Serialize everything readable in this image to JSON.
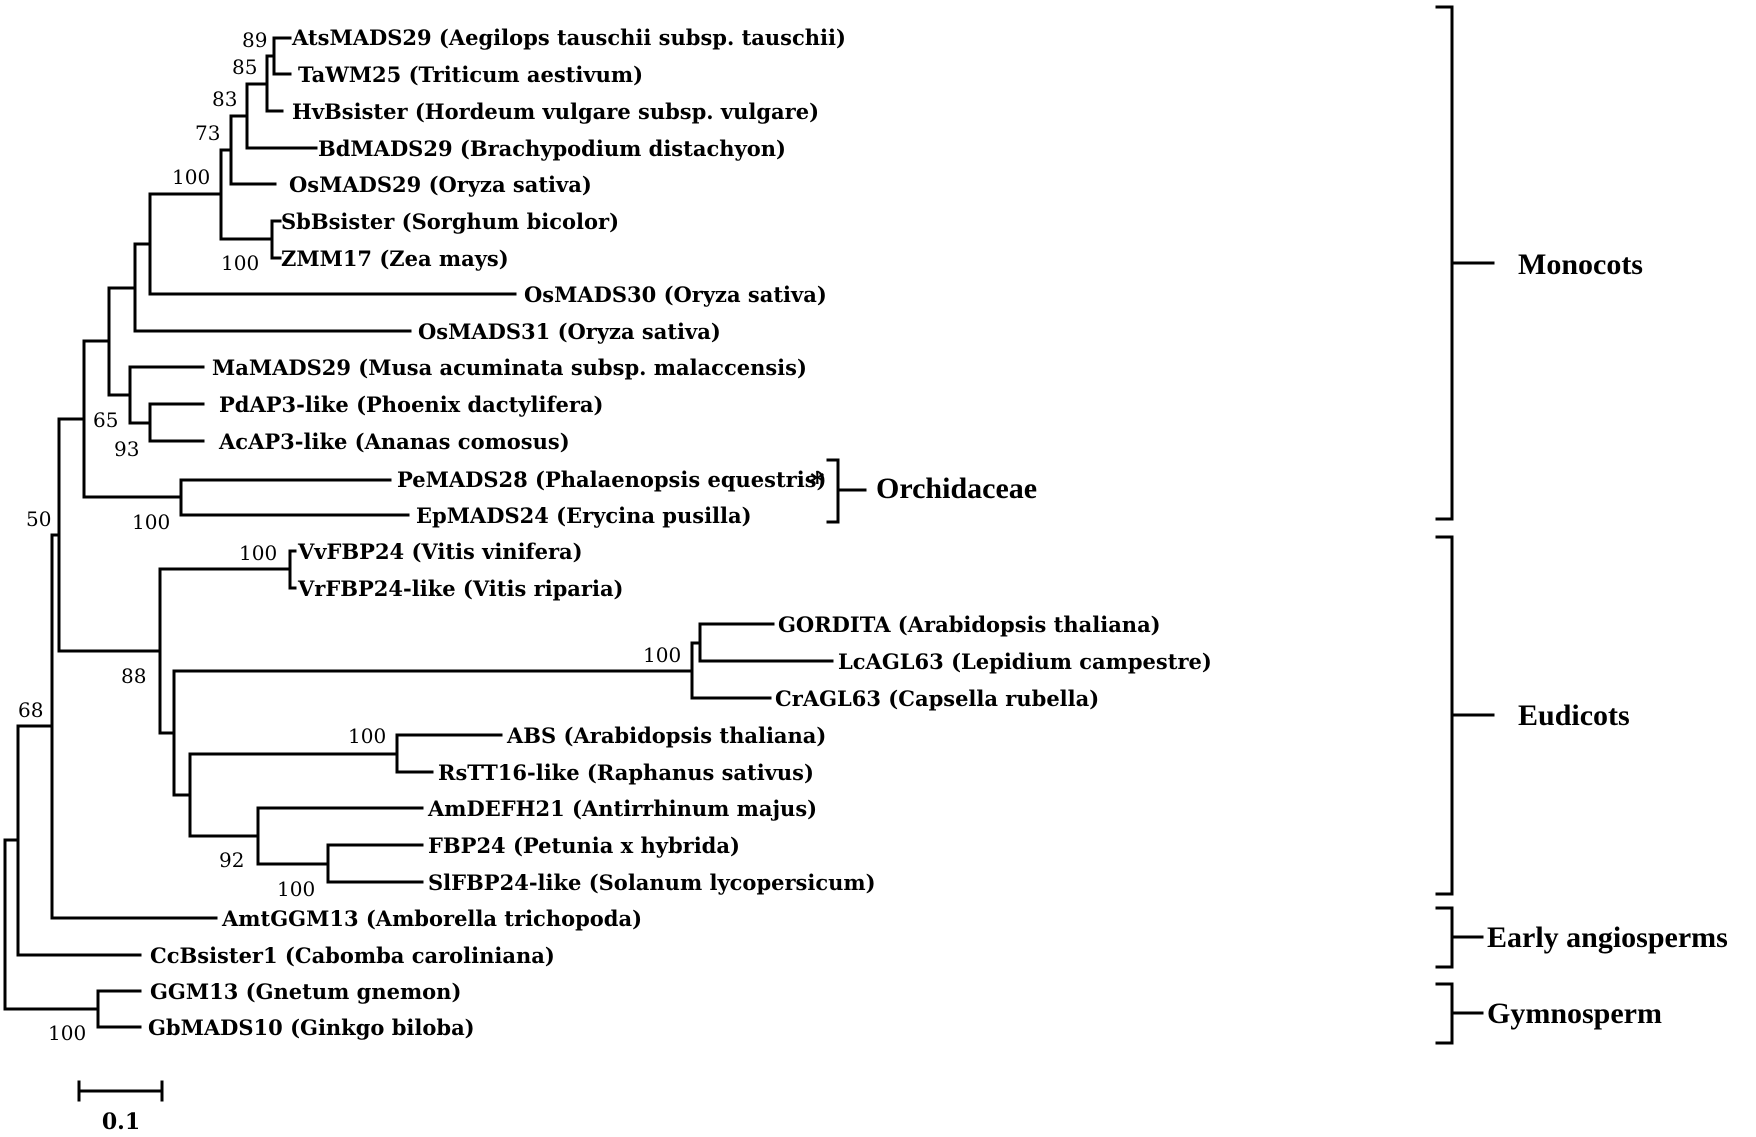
{
  "tree": {
    "taxa": [
      "AtsMADS29 (Aegilops tauschii subsp. tauschii)",
      "TaWM25 (Triticum aestivum)",
      "HvBsister (Hordeum vulgare subsp. vulgare)",
      "BdMADS29 (Brachypodium distachyon)",
      "OsMADS29 (Oryza sativa)",
      "SbBsister (Sorghum bicolor)",
      "ZMM17 (Zea mays)",
      "OsMADS30 (Oryza sativa)",
      "OsMADS31 (Oryza sativa)",
      "MaMADS29 (Musa acuminata subsp. malaccensis)",
      "PdAP3-like (Phoenix dactylifera)",
      "AcAP3-like (Ananas comosus)",
      "PeMADS28 (Phalaenopsis equestris)",
      "EpMADS24 (Erycina pusilla)",
      "VvFBP24 (Vitis vinifera)",
      "VrFBP24-like (Vitis riparia)",
      "GORDITA (Arabidopsis thaliana)",
      "LcAGL63 (Lepidium campestre)",
      "CrAGL63 (Capsella rubella)",
      "ABS (Arabidopsis thaliana)",
      "RsTT16-like (Raphanus sativus)",
      "AmDEFH21 (Antirrhinum majus)",
      "FBP24 (Petunia x hybrida)",
      "SlFBP24-like (Solanum lycopersicum)",
      "AmtGGM13 (Amborella trichopoda)",
      "CcBsister1 (Cabomba caroliniana)",
      "GGM13 (Gnetum gnemon)",
      "GbMADS10 (Ginkgo biloba)"
    ],
    "support": [
      "89",
      "85",
      "83",
      "73",
      "100",
      "100",
      "65",
      "93",
      "100",
      "50",
      "100",
      "88",
      "100",
      "100",
      "92",
      "100",
      "68",
      "100"
    ],
    "highlight_mark": "*",
    "clades": {
      "monocots": "Monocots",
      "orchidaceae": "Orchidaceae",
      "eudicots": "Eudicots",
      "early_angiosperms": "Early angiosperms",
      "gymnosperm": "Gymnosperm"
    },
    "scale_bar_label": "0.1"
  }
}
